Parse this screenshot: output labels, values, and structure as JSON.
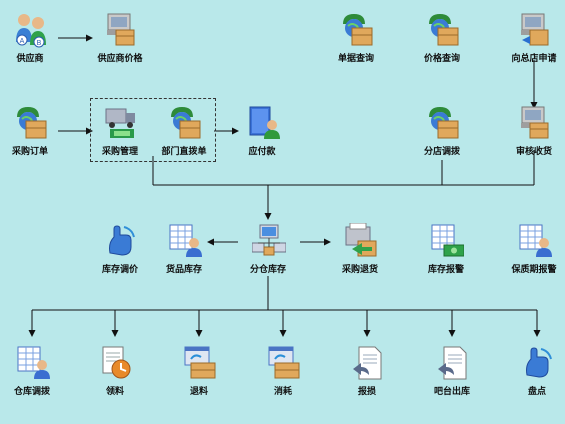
{
  "nodes": {
    "supplier": {
      "label": "供应商",
      "icon": "supplier-users-icon"
    },
    "supplier_price": {
      "label": "供应商价格",
      "icon": "computer-box-icon"
    },
    "doc_query": {
      "label": "单据查询",
      "icon": "phone-box-icon"
    },
    "price_query": {
      "label": "价格查询",
      "icon": "phone-box-icon"
    },
    "store_request": {
      "label": "向总店申请",
      "icon": "computer-box-icon"
    },
    "purchase_order": {
      "label": "采购订单",
      "icon": "phone-box-icon"
    },
    "purchase_mgmt": {
      "label": "采购管理",
      "icon": "truck-icon"
    },
    "direct_transfer": {
      "label": "部门直拨单",
      "icon": "phone-box-icon"
    },
    "payables": {
      "label": "应付款",
      "icon": "book-person-icon"
    },
    "branch_transfer": {
      "label": "分店调拨",
      "icon": "phone-box-icon"
    },
    "review_receive": {
      "label": "审核收货",
      "icon": "computer-box-icon"
    },
    "stock_adjust": {
      "label": "库存调价",
      "icon": "hand-icon"
    },
    "goods_stock": {
      "label": "货品库存",
      "icon": "table-person-icon"
    },
    "branch_stock": {
      "label": "分仓库存",
      "icon": "network-icon"
    },
    "purchase_return": {
      "label": "采购退货",
      "icon": "printer-box-icon"
    },
    "stock_alert": {
      "label": "库存报警",
      "icon": "table-money-icon"
    },
    "expiry_alert": {
      "label": "保质期报警",
      "icon": "table-person-icon"
    },
    "warehouse_transfer": {
      "label": "仓库调拨",
      "icon": "table-person-icon"
    },
    "material_pick": {
      "label": "领料",
      "icon": "doc-clock-icon"
    },
    "material_return": {
      "label": "退料",
      "icon": "window-box-icon"
    },
    "consumption": {
      "label": "消耗",
      "icon": "window-box-icon"
    },
    "loss_report": {
      "label": "报损",
      "icon": "doc-arrow-icon"
    },
    "bar_outbound": {
      "label": "吧台出库",
      "icon": "doc-arrow-icon"
    },
    "inventory_count": {
      "label": "盘点",
      "icon": "hand-icon"
    }
  }
}
